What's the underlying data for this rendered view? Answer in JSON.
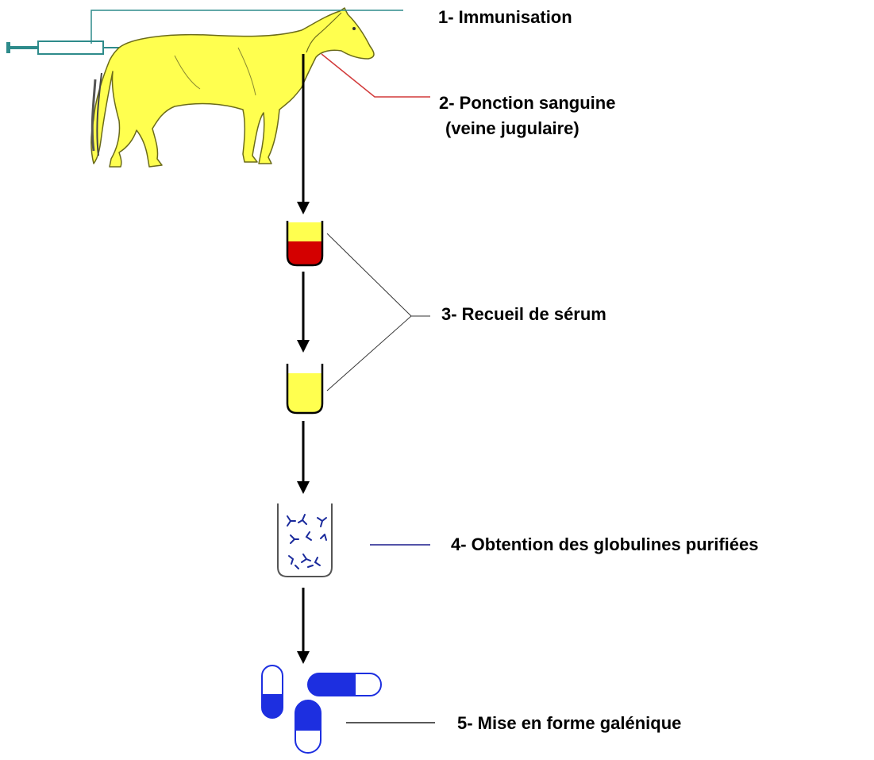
{
  "steps": [
    {
      "label": "1- Immunisation"
    },
    {
      "label": "2- Ponction sanguine",
      "sublabel": "(veine jugulaire)"
    },
    {
      "label": "3- Recueil de sérum"
    },
    {
      "label": "4- Obtention des globulines purifiées"
    },
    {
      "label": "5- Mise en forme galénique"
    }
  ],
  "colors": {
    "horse": "#ffff4f",
    "horse_outline": "#6b6b1a",
    "syringe": "#2e8b8b",
    "leader_1": "#2e8b8b",
    "leader_2": "#d23a3a",
    "leader_4": "#1a1a8c",
    "blood": "#d40000",
    "serum": "#ffff4f",
    "globulin": "#1a2a9c",
    "capsule": "#1d2fe0"
  }
}
